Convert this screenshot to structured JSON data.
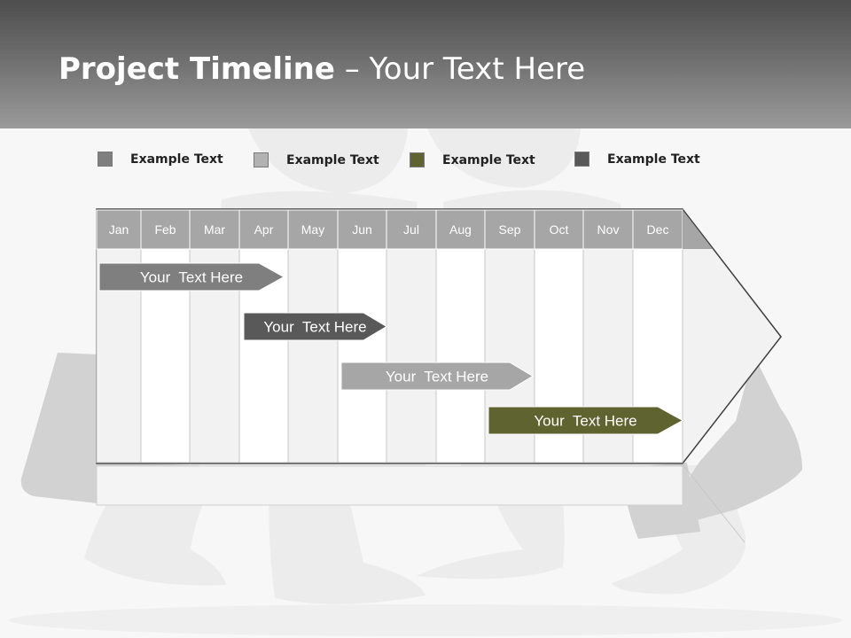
{
  "header": {
    "title_bold": "Project Timeline",
    "title_rest": " – Your Text Here"
  },
  "legend": [
    {
      "label": "Example Text",
      "color": "#7f7f7f"
    },
    {
      "label": "Example Text",
      "color": "#b2b2b2"
    },
    {
      "label": "Example Text",
      "color": "#5f6330"
    },
    {
      "label": "Example Text",
      "color": "#595959"
    }
  ],
  "timeline": {
    "months": [
      "Jan",
      "Feb",
      "Mar",
      "Apr",
      "May",
      "Jun",
      "Jul",
      "Aug",
      "Sep",
      "Oct",
      "Nov",
      "Dec"
    ],
    "header_color": "#a6a6a6",
    "tasks": [
      {
        "label": "Your  Text Here",
        "color": "#7f7f7f"
      },
      {
        "label": "Your  Text Here",
        "color": "#595959"
      },
      {
        "label": "Your  Text Here",
        "color": "#a6a6a6"
      },
      {
        "label": "Your  Text Here",
        "color": "#5f6330"
      }
    ]
  }
}
